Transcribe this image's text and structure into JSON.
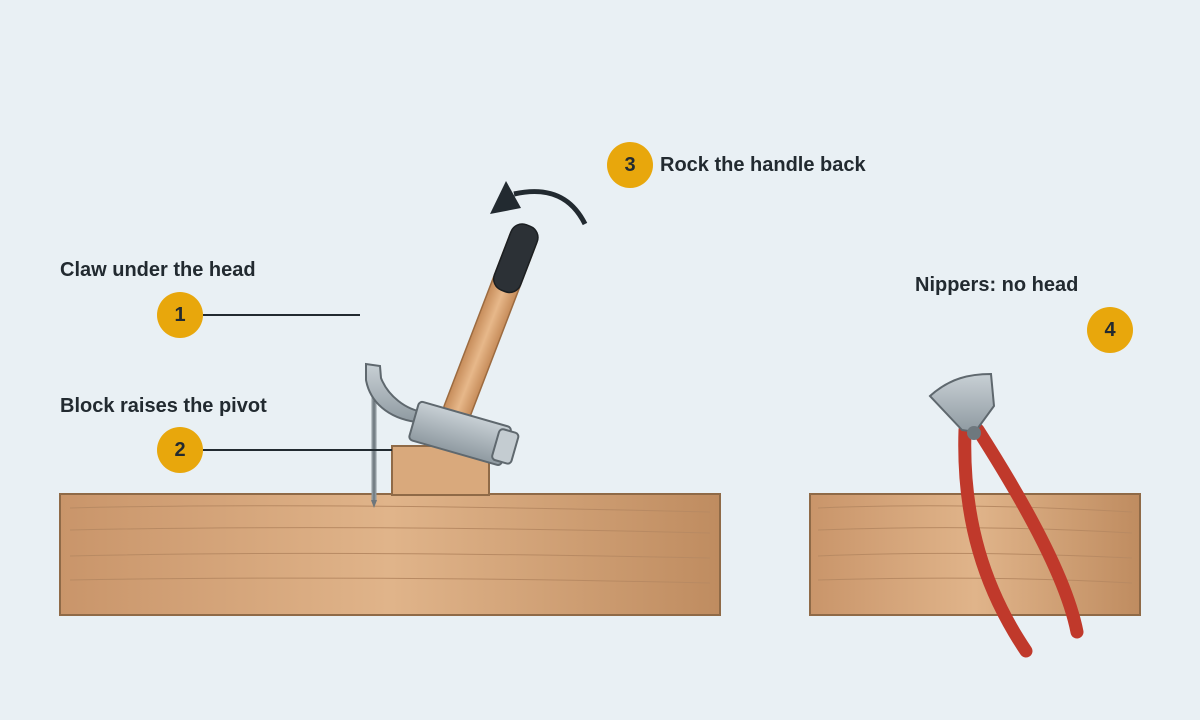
{
  "steps": [
    {
      "number": "1",
      "label": "Claw under the head"
    },
    {
      "number": "2",
      "label": "Block raises the pivot"
    },
    {
      "number": "3",
      "label": "Rock the handle back"
    },
    {
      "number": "4",
      "label": "Nippers: no head"
    }
  ],
  "colors": {
    "background": "#e9f0f4",
    "badge": "#e8a70c",
    "text": "#222a30",
    "wood": "#d9a97c",
    "metal": "#a9b2b8",
    "plier_handle": "#c0392b",
    "arrow": "#222a30"
  },
  "icons": [
    "hammer-icon",
    "nail-icon",
    "pivot-block-icon",
    "curved-arrow-icon",
    "nippers-icon"
  ]
}
